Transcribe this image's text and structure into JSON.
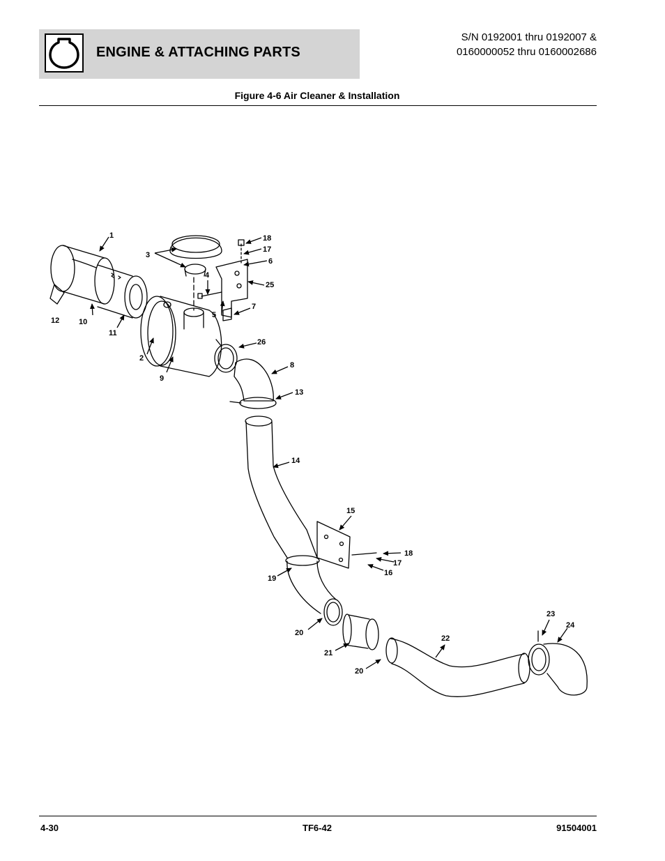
{
  "header": {
    "title": "ENGINE & ATTACHING PARTS",
    "logo_icon": "engine-outline-icon",
    "serial_line1": "S/N 0192001 thru 0192007 &",
    "serial_line2": "0160000052 thru 0160002686"
  },
  "figure": {
    "title": "Figure 4-6 Air Cleaner & Installation",
    "callouts": {
      "c1": "1",
      "c2": "2",
      "c3": "3",
      "c4": "4",
      "c5": "5",
      "c6": "6",
      "c7": "7",
      "c8": "8",
      "c9": "9",
      "c10": "10",
      "c11": "11",
      "c12": "12",
      "c13": "13",
      "c14": "14",
      "c15": "15",
      "c16": "16",
      "c17a": "17",
      "c17b": "17",
      "c18a": "18",
      "c18b": "18",
      "c19": "19",
      "c20a": "20",
      "c20b": "20",
      "c21": "21",
      "c22": "22",
      "c23": "23",
      "c24": "24",
      "c25": "25",
      "c26": "26"
    }
  },
  "footer": {
    "page_number": "4-30",
    "model": "TF6-42",
    "manual_number": "91504001"
  }
}
